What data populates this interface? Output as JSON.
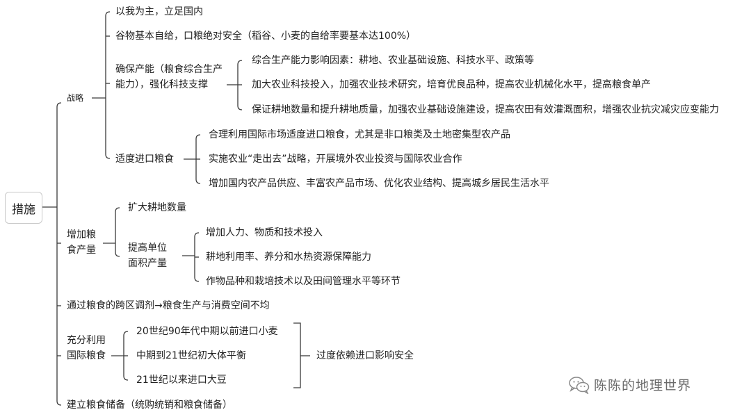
{
  "root": "措施",
  "branches": {
    "zhanlue": {
      "label": "战略",
      "items": [
        "以我为主，立足国内",
        "谷物基本自给，口粮绝对安全（稻谷、小麦的自给率要基本达100%）"
      ],
      "capacity": {
        "label": "确保产能（粮食综合生产能力），强化科技支撑",
        "items": [
          "综合生产能力影响因素：耕地、农业基础设施、科技水平、政策等",
          "加大农业科技投入，加强农业技术研究，培育优良品种，提高农业机械化水平，提高粮食单产",
          "保证耕地数量和提升耕地质量，加强农业基础设施建设，提高农田有效灌溉面积，增强农业抗灾减灾应变能力"
        ]
      },
      "import": {
        "label": "适度进口粮食",
        "items": [
          "合理利用国际市场适度进口粮食，尤其是非口粮类及土地密集型农产品",
          "实施农业“走出去”战略，开展境外农业投资与国际农业合作",
          "增加国内农产品供应、丰富农产品市场、优化农业结构、提高城乡居民生活水平"
        ]
      }
    },
    "increase": {
      "label": "增加粮食产量",
      "item": "扩大耕地数量",
      "unit": {
        "label": "提高单位面积产量",
        "items": [
          "增加人力、物质和技术投入",
          "耕地利用率、养分和水热资源保障能力",
          "作物品种和栽培技术以及田间管理水平等环节"
        ]
      }
    },
    "transfer": "通过粮食的跨区调剂→粮食生产与消费空间不均",
    "international": {
      "label": "充分利用国际粮食",
      "items": [
        "20世纪90年代中期以前进口小麦",
        "中期到21世纪初大体平衡",
        "21世纪以来进口大豆"
      ],
      "summary": "过度依赖进口影响安全"
    },
    "reserve": "建立粮食储备（统购统销和粮食储备）"
  },
  "watermark": "陈陈的地理世界",
  "colors": {
    "line": "#3a3a3a",
    "text": "#222222",
    "watermark": "#6a6a6a"
  }
}
